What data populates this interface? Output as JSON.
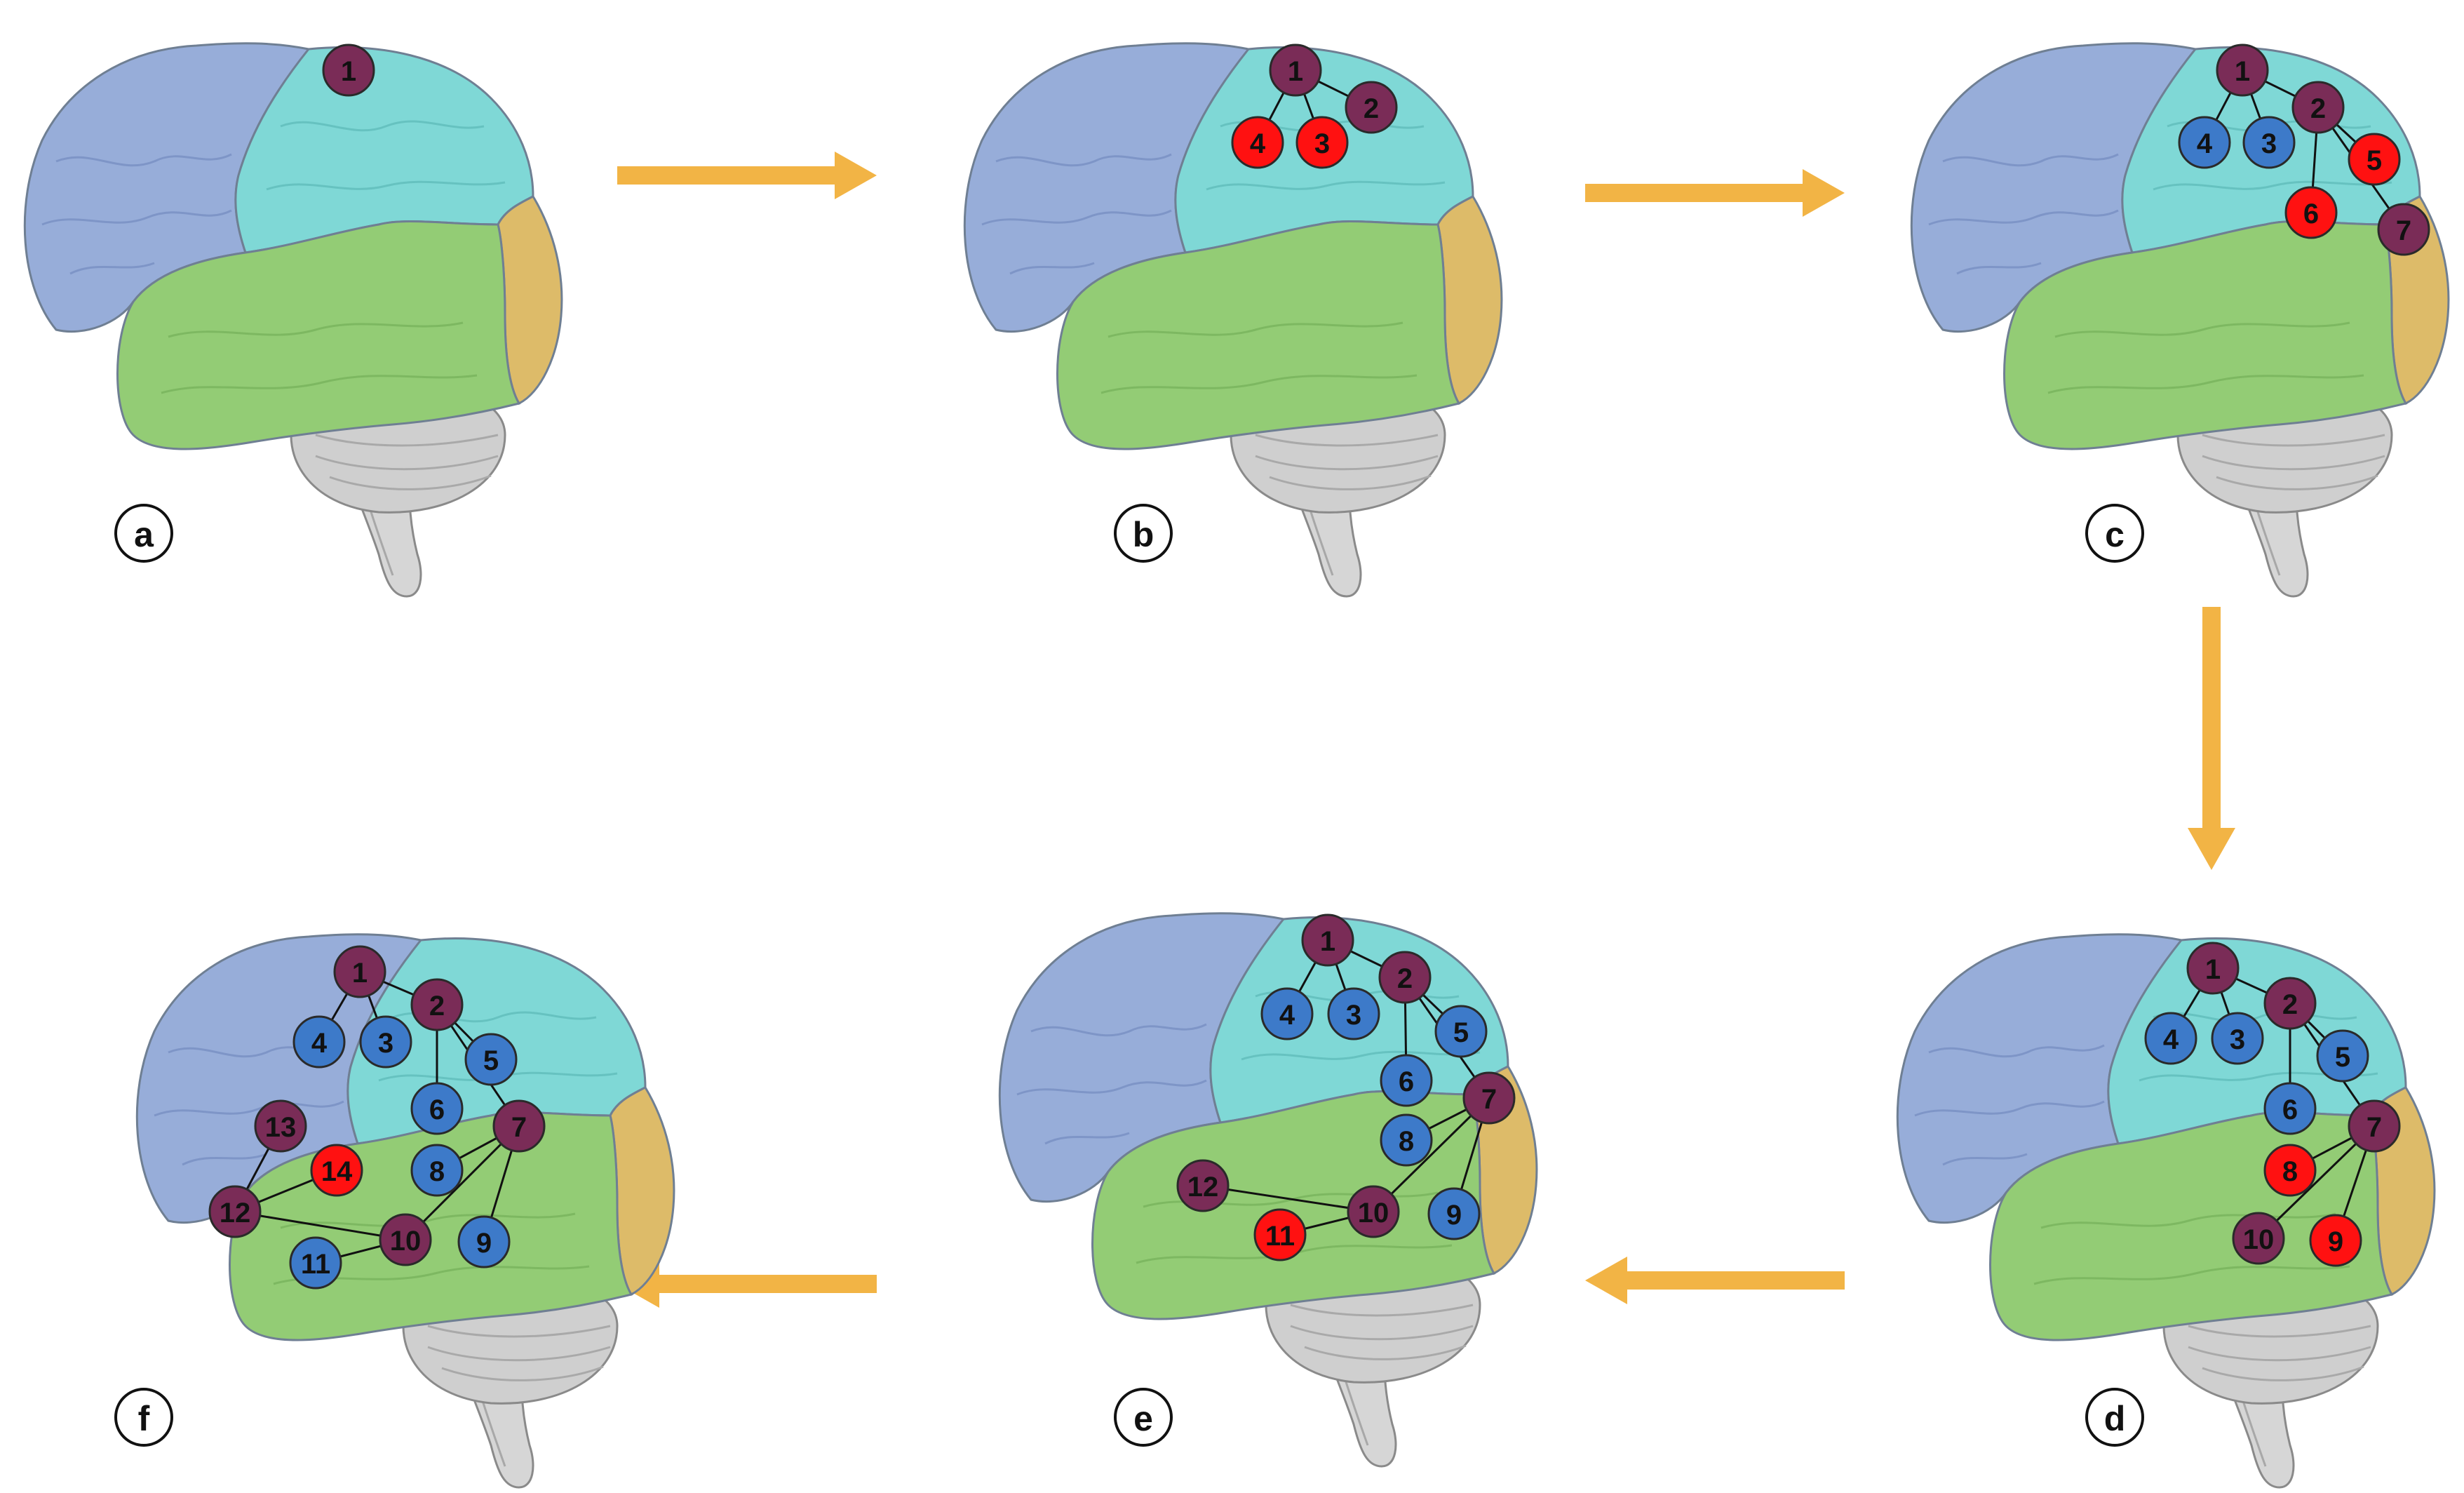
{
  "colors": {
    "frontal": "#97add9",
    "parietal": "#7fd8d6",
    "temporal": "#93cc75",
    "occipital": "#ddbb69",
    "cerebellum": "#cfcfcf",
    "outline": "#6f7f93",
    "arrow": "#f2b445",
    "edge": "#111111",
    "explored": "#7a2c57",
    "frontier": "#ff1111",
    "visited": "#3d7ac9"
  },
  "panels": [
    {
      "label": "a",
      "nodes": [
        {
          "id": "1",
          "status": "explored"
        }
      ],
      "edges": []
    },
    {
      "label": "b",
      "nodes": [
        {
          "id": "1",
          "status": "explored"
        },
        {
          "id": "2",
          "status": "explored"
        },
        {
          "id": "3",
          "status": "frontier"
        },
        {
          "id": "4",
          "status": "frontier"
        }
      ],
      "edges": [
        [
          "1",
          "2"
        ],
        [
          "1",
          "3"
        ],
        [
          "1",
          "4"
        ]
      ]
    },
    {
      "label": "c",
      "nodes": [
        {
          "id": "1",
          "status": "explored"
        },
        {
          "id": "2",
          "status": "explored"
        },
        {
          "id": "3",
          "status": "visited"
        },
        {
          "id": "4",
          "status": "visited"
        },
        {
          "id": "5",
          "status": "frontier"
        },
        {
          "id": "6",
          "status": "frontier"
        },
        {
          "id": "7",
          "status": "explored"
        }
      ],
      "edges": [
        [
          "1",
          "2"
        ],
        [
          "1",
          "3"
        ],
        [
          "1",
          "4"
        ],
        [
          "2",
          "5"
        ],
        [
          "2",
          "6"
        ],
        [
          "2",
          "7"
        ]
      ]
    },
    {
      "label": "d",
      "nodes": [
        {
          "id": "1",
          "status": "explored"
        },
        {
          "id": "2",
          "status": "explored"
        },
        {
          "id": "3",
          "status": "visited"
        },
        {
          "id": "4",
          "status": "visited"
        },
        {
          "id": "5",
          "status": "visited"
        },
        {
          "id": "6",
          "status": "visited"
        },
        {
          "id": "7",
          "status": "explored"
        },
        {
          "id": "8",
          "status": "frontier"
        },
        {
          "id": "9",
          "status": "frontier"
        },
        {
          "id": "10",
          "status": "explored"
        }
      ],
      "edges": [
        [
          "1",
          "2"
        ],
        [
          "1",
          "3"
        ],
        [
          "1",
          "4"
        ],
        [
          "2",
          "5"
        ],
        [
          "2",
          "6"
        ],
        [
          "2",
          "7"
        ],
        [
          "7",
          "8"
        ],
        [
          "7",
          "9"
        ],
        [
          "7",
          "10"
        ]
      ]
    },
    {
      "label": "e",
      "nodes": [
        {
          "id": "1",
          "status": "explored"
        },
        {
          "id": "2",
          "status": "explored"
        },
        {
          "id": "3",
          "status": "visited"
        },
        {
          "id": "4",
          "status": "visited"
        },
        {
          "id": "5",
          "status": "visited"
        },
        {
          "id": "6",
          "status": "visited"
        },
        {
          "id": "7",
          "status": "explored"
        },
        {
          "id": "8",
          "status": "visited"
        },
        {
          "id": "9",
          "status": "visited"
        },
        {
          "id": "10",
          "status": "explored"
        },
        {
          "id": "11",
          "status": "frontier"
        },
        {
          "id": "12",
          "status": "explored"
        }
      ],
      "edges": [
        [
          "1",
          "2"
        ],
        [
          "1",
          "3"
        ],
        [
          "1",
          "4"
        ],
        [
          "2",
          "5"
        ],
        [
          "2",
          "6"
        ],
        [
          "2",
          "7"
        ],
        [
          "7",
          "8"
        ],
        [
          "7",
          "9"
        ],
        [
          "7",
          "10"
        ],
        [
          "10",
          "11"
        ],
        [
          "10",
          "12"
        ]
      ]
    },
    {
      "label": "f",
      "nodes": [
        {
          "id": "1",
          "status": "explored"
        },
        {
          "id": "2",
          "status": "explored"
        },
        {
          "id": "3",
          "status": "visited"
        },
        {
          "id": "4",
          "status": "visited"
        },
        {
          "id": "5",
          "status": "visited"
        },
        {
          "id": "6",
          "status": "visited"
        },
        {
          "id": "7",
          "status": "explored"
        },
        {
          "id": "8",
          "status": "visited"
        },
        {
          "id": "9",
          "status": "visited"
        },
        {
          "id": "10",
          "status": "explored"
        },
        {
          "id": "11",
          "status": "visited"
        },
        {
          "id": "12",
          "status": "explored"
        },
        {
          "id": "13",
          "status": "explored"
        },
        {
          "id": "14",
          "status": "frontier"
        }
      ],
      "edges": [
        [
          "1",
          "2"
        ],
        [
          "1",
          "3"
        ],
        [
          "1",
          "4"
        ],
        [
          "2",
          "5"
        ],
        [
          "2",
          "6"
        ],
        [
          "2",
          "7"
        ],
        [
          "7",
          "8"
        ],
        [
          "7",
          "9"
        ],
        [
          "7",
          "10"
        ],
        [
          "10",
          "11"
        ],
        [
          "10",
          "12"
        ],
        [
          "12",
          "13"
        ],
        [
          "12",
          "14"
        ]
      ]
    }
  ],
  "flow_arrows": [
    {
      "from": "a",
      "to": "b"
    },
    {
      "from": "b",
      "to": "c"
    },
    {
      "from": "c",
      "to": "d"
    },
    {
      "from": "d",
      "to": "e"
    },
    {
      "from": "e",
      "to": "f"
    }
  ]
}
